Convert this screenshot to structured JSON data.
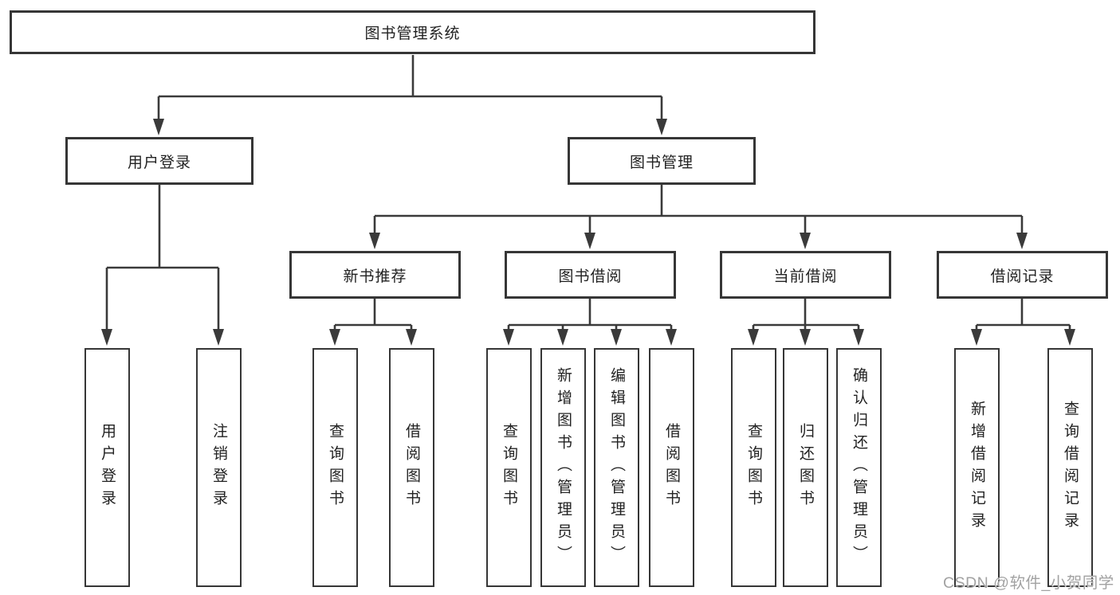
{
  "diagram": {
    "root": {
      "label": "图书管理系统"
    },
    "level2": [
      {
        "label": "用户登录"
      },
      {
        "label": "图书管理"
      }
    ],
    "level3": [
      {
        "label": "新书推荐",
        "parent": "图书管理"
      },
      {
        "label": "图书借阅",
        "parent": "图书管理"
      },
      {
        "label": "当前借阅",
        "parent": "图书管理"
      },
      {
        "label": "借阅记录",
        "parent": "图书管理"
      }
    ],
    "leaves": [
      {
        "label": "用户登录",
        "parent": "用户登录"
      },
      {
        "label": "注销登录",
        "parent": "用户登录"
      },
      {
        "label": "查询图书",
        "parent": "新书推荐"
      },
      {
        "label": "借阅图书",
        "parent": "新书推荐"
      },
      {
        "label": "查询图书",
        "parent": "图书借阅"
      },
      {
        "label": "新增图书（管理员）",
        "parent": "图书借阅"
      },
      {
        "label": "编辑图书（管理员）",
        "parent": "图书借阅"
      },
      {
        "label": "借阅图书",
        "parent": "图书借阅"
      },
      {
        "label": "查询图书",
        "parent": "当前借阅"
      },
      {
        "label": "归还图书",
        "parent": "当前借阅"
      },
      {
        "label": "确认归还（管理员）",
        "parent": "当前借阅"
      },
      {
        "label": "新增借阅记录",
        "parent": "借阅记录"
      },
      {
        "label": "查询借阅记录",
        "parent": "借阅记录"
      }
    ]
  },
  "watermark": "CSDN @软件_小贺同学",
  "colors": {
    "background": "#ffffff",
    "line": "#3a3a3a",
    "box_border": "#363636",
    "text": "#222222",
    "watermark": "#a2a2a2"
  }
}
